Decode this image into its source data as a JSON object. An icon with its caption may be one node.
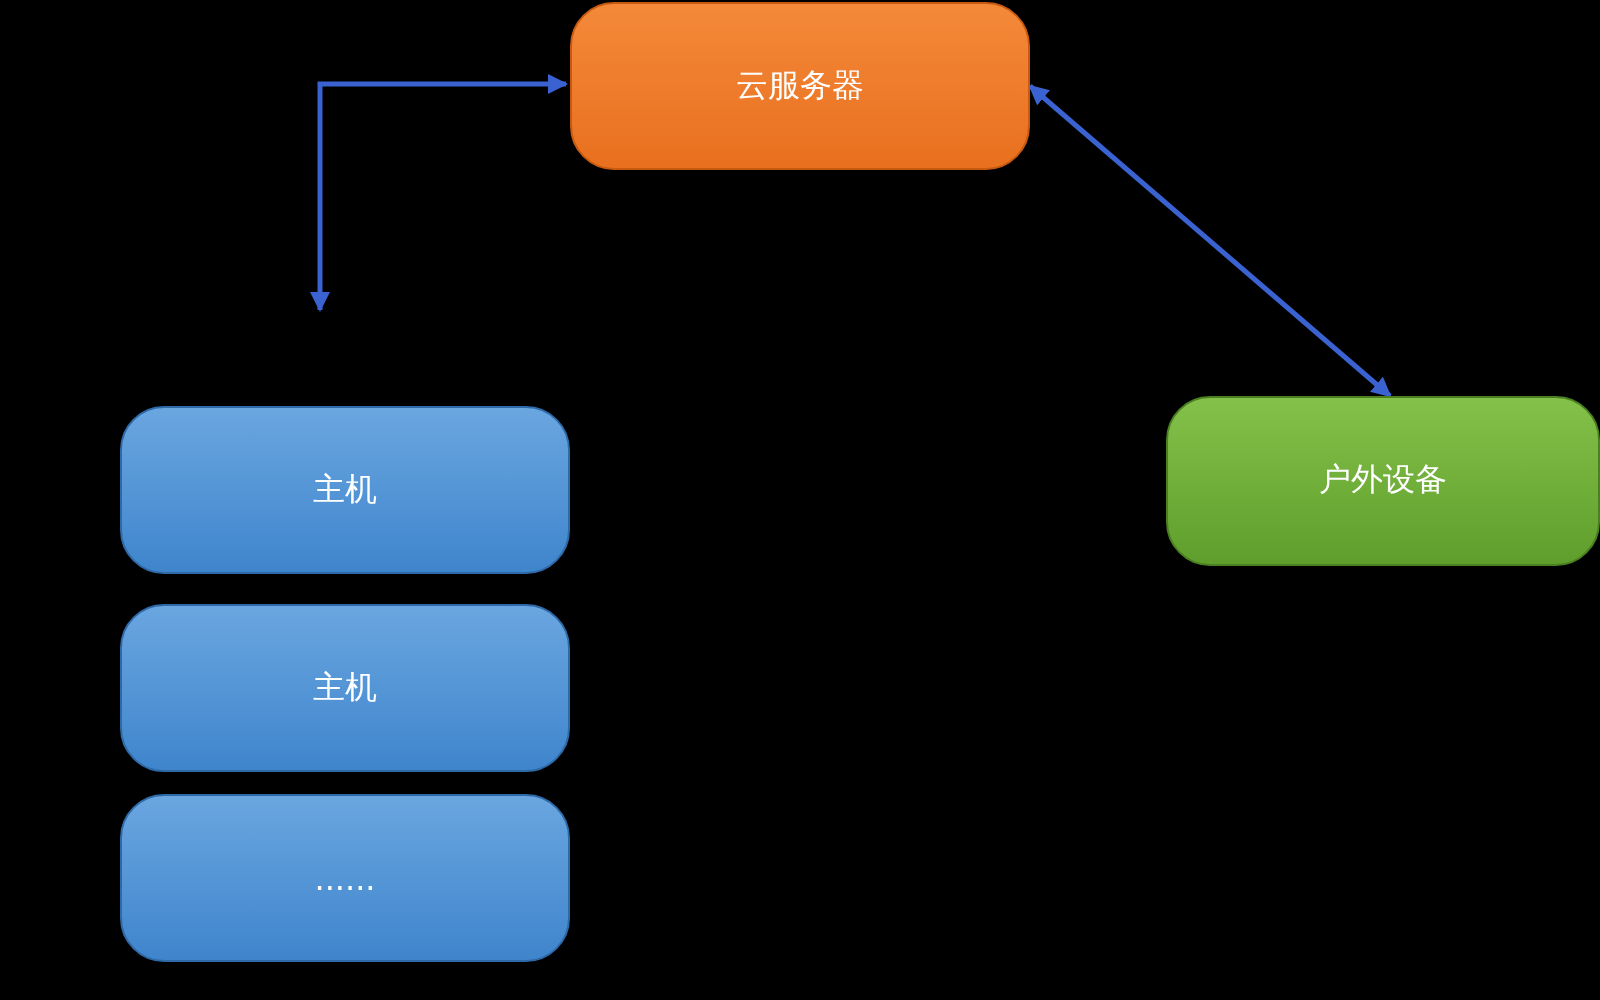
{
  "diagram": {
    "nodes": [
      {
        "text": [
          "云服务器"
        ]
      },
      {
        "text": [
          "主机"
        ]
      },
      {
        "text": [
          "主机"
        ]
      },
      {
        "text": [
          "......"
        ]
      },
      {
        "text": [
          "户外设备"
        ]
      }
    ],
    "edges": [
      {
        "from": 0,
        "to": null,
        "arrow": "both"
      },
      {
        "from": 0,
        "to": 4,
        "arrow": "both"
      }
    ]
  }
}
